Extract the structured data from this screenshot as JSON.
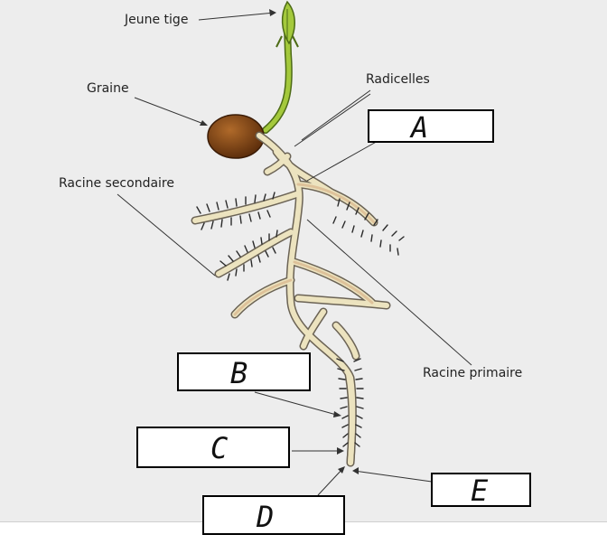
{
  "labels": {
    "jeune_tige": "Jeune tige",
    "graine": "Graine",
    "radicelles": "Radicelles",
    "racine_secondaire": "Racine secondaire",
    "racine_primaire": "Racine primaire"
  },
  "answer_boxes": {
    "a": "A",
    "b": "B",
    "c": "C",
    "d": "D",
    "e": "E"
  },
  "colors": {
    "background": "#ededed",
    "seed": "#8a4a1a",
    "stem": "#9bc23a",
    "root": "#ece3bf",
    "root_outline": "#6b6355"
  }
}
